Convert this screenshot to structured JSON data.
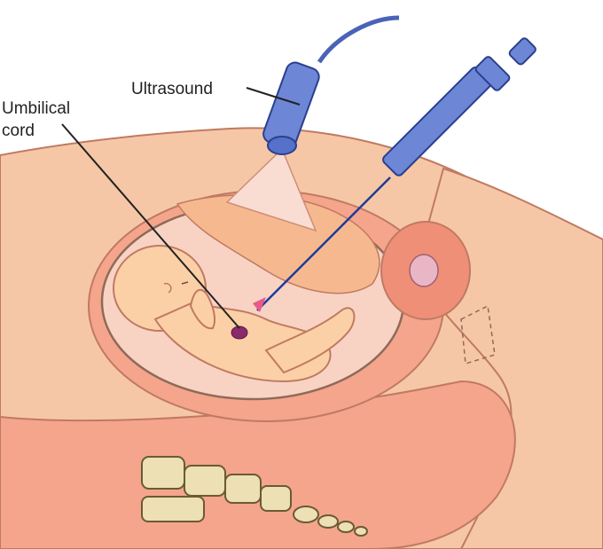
{
  "labels": {
    "ultrasound": "Ultrasound",
    "umbilical_line1": "Umbilical",
    "umbilical_line2": "cord"
  },
  "colors": {
    "skin": "#f6c7a6",
    "skin_dark": "#f08f78",
    "uterus_wall": "#f4a58c",
    "amniotic": "#f8d3c4",
    "placenta": "#f6b98f",
    "fetus": "#fbd0a6",
    "probe_blue": "#6d86d6",
    "needle_blue": "#1f3a9a",
    "bone": "#ece0b4",
    "outline": "#b6826c"
  }
}
